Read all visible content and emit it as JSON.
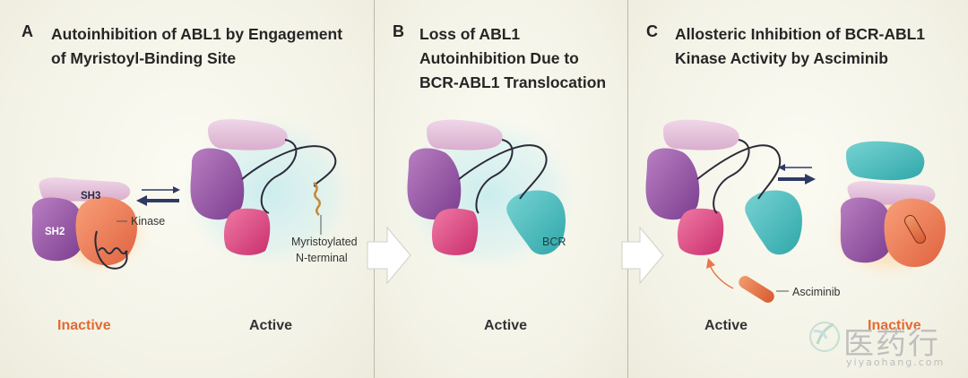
{
  "panels": {
    "a": {
      "letter": "A",
      "title": "Autoinhibition of ABL1 by Engagement\nof Myristoyl-Binding Site",
      "labels": {
        "sh3": "SH3",
        "sh2": "SH2",
        "kinase": "Kinase",
        "myristoylated": "Myristoylated",
        "n_terminal": "N-terminal",
        "inactive": "Inactive",
        "active": "Active"
      }
    },
    "b": {
      "letter": "B",
      "title": "Loss of ABL1\nAutoinhibition Due to\nBCR-ABL1 Translocation",
      "labels": {
        "bcr": "BCR",
        "active": "Active"
      }
    },
    "c": {
      "letter": "C",
      "title": "Allosteric Inhibition of BCR-ABL1\nKinase Activity by Asciminib",
      "labels": {
        "asciminib": "Asciminib",
        "active": "Active",
        "inactive": "Inactive"
      }
    }
  },
  "watermark": {
    "chinese": "医药行",
    "url": "yiyaohang.com"
  },
  "colors": {
    "sh3": "#e6c6dd",
    "sh2": "#9b57a8",
    "kinase": "#e2487f",
    "bcr": "#4cbfc0",
    "inactive_label": "#e26a31",
    "active_label": "#333333",
    "arrow_dark": "#2f3a64",
    "asciminib": "#e8774a"
  }
}
